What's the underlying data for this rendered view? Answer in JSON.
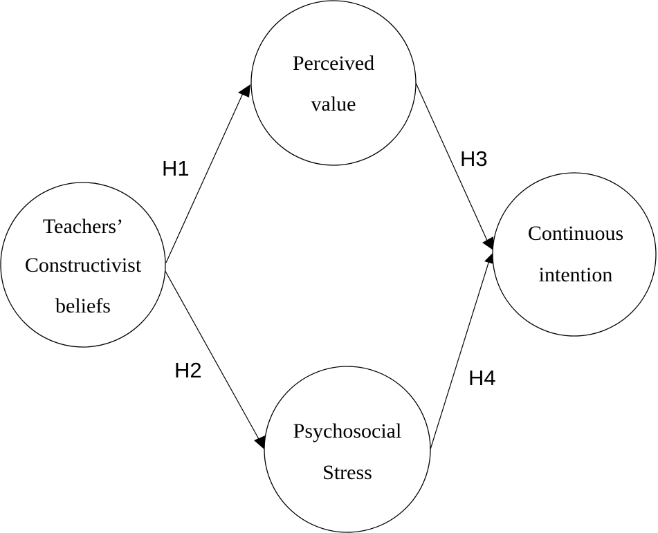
{
  "nodes": {
    "teachers_beliefs": {
      "lines": [
        "Teachers’",
        "Constructivist",
        "beliefs"
      ]
    },
    "perceived_value": {
      "lines": [
        "Perceived",
        "value"
      ]
    },
    "psychosocial_stress": {
      "lines": [
        "Psychosocial",
        "Stress"
      ]
    },
    "continuous_intention": {
      "lines": [
        "Continuous",
        "intention"
      ]
    }
  },
  "hypotheses": {
    "h1": "H1",
    "h2": "H2",
    "h3": "H3",
    "h4": "H4"
  }
}
